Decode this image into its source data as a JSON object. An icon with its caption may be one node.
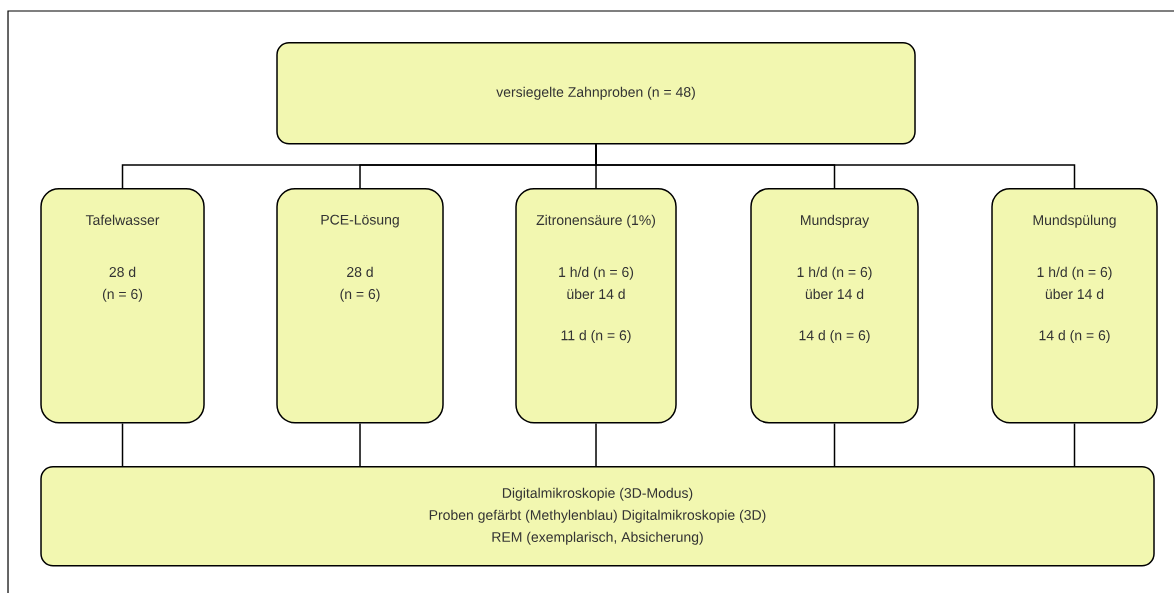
{
  "diagram": {
    "nodes": [
      {
        "text": [
          "versiegelte Zahnproben (n = 48)"
        ]
      },
      {
        "text": [
          "Tafelwasser",
          "28 d (n = 6)"
        ]
      },
      {
        "text": [
          "PCE-Lösung",
          "28 d (n = 6)"
        ]
      },
      {
        "text": [
          "Zitronensäure (1%)",
          "1 h/d (n = 6) über 14 d",
          "11 d (n = 6)"
        ]
      },
      {
        "text": [
          "Mundspray",
          "1 h/d (n = 6) über 14 d",
          "14 d (n = 6)"
        ]
      },
      {
        "text": [
          "Mundspülung",
          "1 h/d (n = 6) über 14 d",
          "14 d (n = 6)"
        ]
      },
      {
        "text": [
          "Digitalmikroskopie (3D-Modus)",
          "Proben gefärbt (Methylenblau) Digitalmikroskopie (3D)",
          "REM (exemplarisch, Absicherung)"
        ]
      }
    ],
    "edges": [
      {
        "from": 0,
        "to": 1,
        "arrow": "none"
      },
      {
        "from": 0,
        "to": 2,
        "arrow": "none"
      },
      {
        "from": 0,
        "to": 3,
        "arrow": "none"
      },
      {
        "from": 0,
        "to": 4,
        "arrow": "none"
      },
      {
        "from": 0,
        "to": 5,
        "arrow": "none"
      },
      {
        "from": 1,
        "to": 6,
        "arrow": "none"
      },
      {
        "from": 2,
        "to": 6,
        "arrow": "none"
      },
      {
        "from": 3,
        "to": 6,
        "arrow": "none"
      },
      {
        "from": 4,
        "to": 6,
        "arrow": "none"
      },
      {
        "from": 5,
        "to": 6,
        "arrow": "none"
      }
    ]
  }
}
